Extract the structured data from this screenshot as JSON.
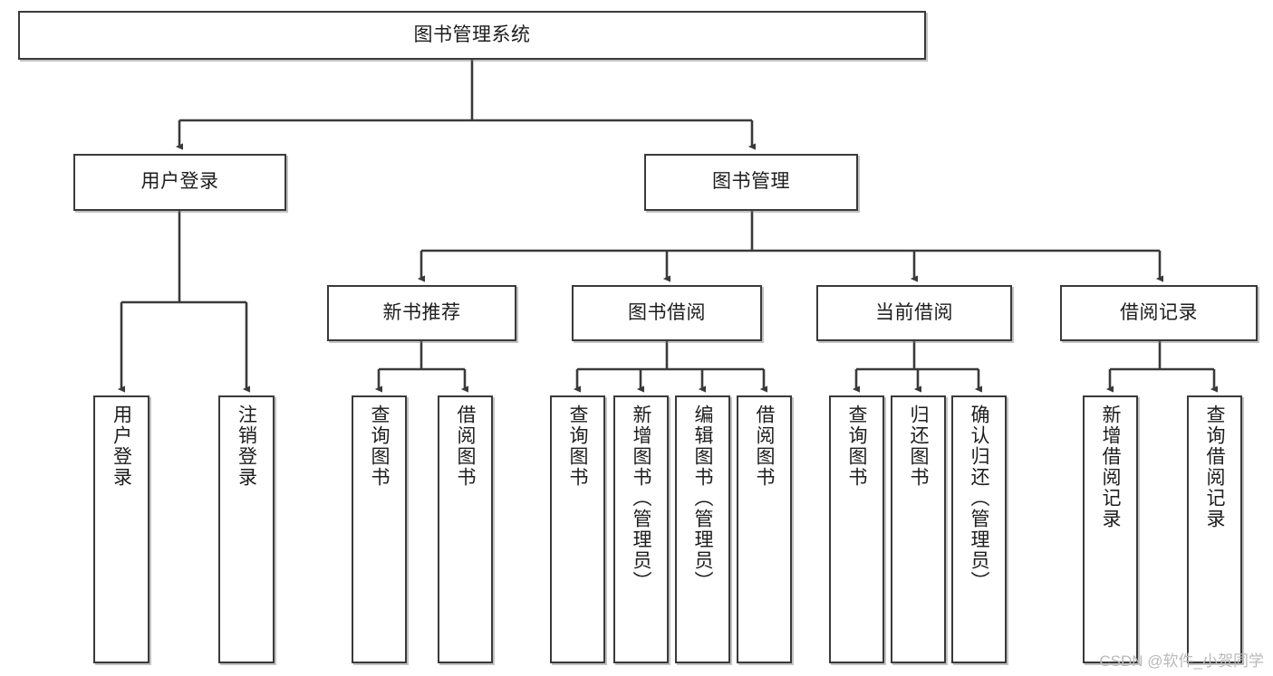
{
  "diagram": {
    "title": "图书管理系统",
    "type": "tree-hierarchy",
    "root": {
      "label": "图书管理系统"
    },
    "level2": [
      {
        "label": "用户登录"
      },
      {
        "label": "图书管理"
      }
    ],
    "level3": [
      {
        "label": "新书推荐"
      },
      {
        "label": "图书借阅"
      },
      {
        "label": "当前借阅"
      },
      {
        "label": "借阅记录"
      }
    ],
    "leaves": {
      "user_login": [
        {
          "label": "用户登录"
        },
        {
          "label": "注销登录"
        }
      ],
      "new_book_recommend": [
        {
          "label": "查询图书"
        },
        {
          "label": "借阅图书"
        }
      ],
      "book_borrow": [
        {
          "label": "查询图书"
        },
        {
          "label": "新增图书（管理员）"
        },
        {
          "label": "编辑图书（管理员）"
        },
        {
          "label": "借阅图书"
        }
      ],
      "current_borrow": [
        {
          "label": "查询图书"
        },
        {
          "label": "归还图书"
        },
        {
          "label": "确认归还（管理员）"
        }
      ],
      "borrow_record": [
        {
          "label": "新增借阅记录"
        },
        {
          "label": "查询借阅记录"
        }
      ]
    }
  },
  "watermark": {
    "text": "CSDN @软件_小贺同学"
  },
  "colors": {
    "border": "#3a3a3a",
    "text": "#1d1d1d",
    "background": "#ffffff",
    "edge": "#3a3a3a",
    "watermark": "#b9b9b9"
  }
}
